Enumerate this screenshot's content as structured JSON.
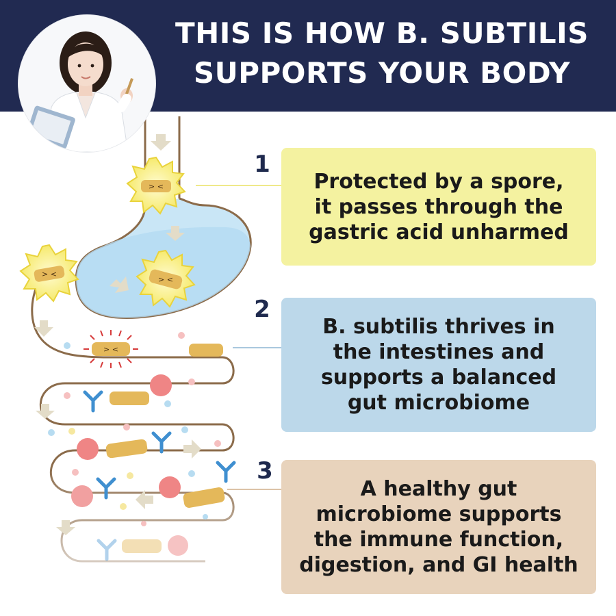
{
  "header": {
    "title_line1": "THIS IS HOW B. SUBTILIS",
    "title_line2": "SUPPORTS YOUR BODY"
  },
  "steps": [
    {
      "number": "1",
      "lines": [
        "Protected by a spore,",
        "it passes through the",
        "gastric acid unharmed"
      ],
      "color": "#f4f2a0"
    },
    {
      "number": "2",
      "lines": [
        "B. subtilis thrives in",
        "the intestines and",
        "supports a balanced",
        "gut microbiome"
      ],
      "color": "#bcd8ea"
    },
    {
      "number": "3",
      "lines": [
        "A healthy gut",
        "microbiome supports",
        "the immune function,",
        "digestion, and GI health"
      ],
      "color": "#e8d3bc"
    }
  ],
  "icons": {
    "avatar": "doctor-avatar",
    "spore": "spore-bacterium-icon",
    "bacterium": "bacterium-icon",
    "antibody": "antibody-icon",
    "cell": "pink-cell-icon"
  },
  "colors": {
    "header_bg": "#212a51",
    "digestive_outline": "#8b6b4a",
    "stomach_fill": "#c9e6f6"
  }
}
